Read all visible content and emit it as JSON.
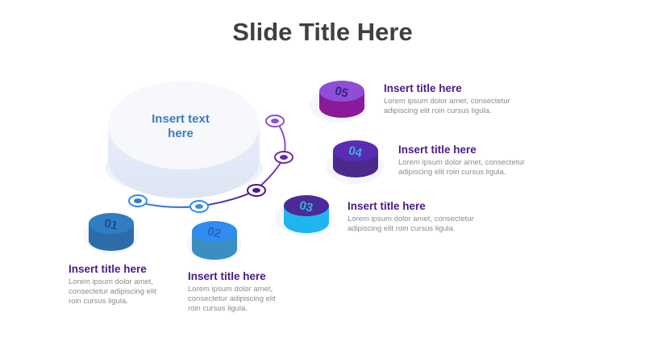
{
  "slide": {
    "title": "Slide Title Here"
  },
  "center": {
    "line1": "Insert text",
    "line2": "here"
  },
  "steps": [
    {
      "number": "01",
      "title": "Insert title here",
      "desc_line1": "Lorem ipsum dolor amet,",
      "desc_line2": "consectetur adipiscing elit",
      "desc_line3": "roin cursus ligula.",
      "top_color": "#2f7ec4",
      "side_color": "#2c6da8",
      "number_color": "#1a4f80"
    },
    {
      "number": "02",
      "title": "Insert title here",
      "desc_line1": "Lorem ipsum dolor amet,",
      "desc_line2": "consectetur adipiscing elit",
      "desc_line3": "roin cursus ligula.",
      "top_color": "#2f8cf0",
      "side_color": "#3a8fc0",
      "number_color": "#2266b8"
    },
    {
      "number": "03",
      "title": "Insert title here",
      "desc_line1": "Lorem ipsum dolor amet, consectetur",
      "desc_line2": "adipiscing elit roin cursus ligula.",
      "top_color": "#4b2a9a",
      "side_color": "#1fb6f0",
      "number_color": "#37b6c8"
    },
    {
      "number": "04",
      "title": "Insert title here",
      "desc_line1": "Lorem ipsum dolor amet, consectetur",
      "desc_line2": "adipiscing elit roin cursus ligula.",
      "top_color": "#5b2bb5",
      "side_color": "#4a2a8c",
      "number_color": "#3fb0d8"
    },
    {
      "number": "05",
      "title": "Insert title here",
      "desc_line1": "Lorem ipsum dolor amet, consectetur",
      "desc_line2": "adipiscing elit roin cursus ligula.",
      "top_color": "#8e4fd6",
      "side_color": "#8a1a9a",
      "number_color": "#3a1f8a"
    }
  ],
  "colors": {
    "title": "#404040",
    "step_title": "#4a1a8c",
    "desc": "#8c8c8c",
    "center_text": "#3a7cc6",
    "arc_start": "#2f8cf0",
    "arc_end": "#8e4fd6"
  }
}
